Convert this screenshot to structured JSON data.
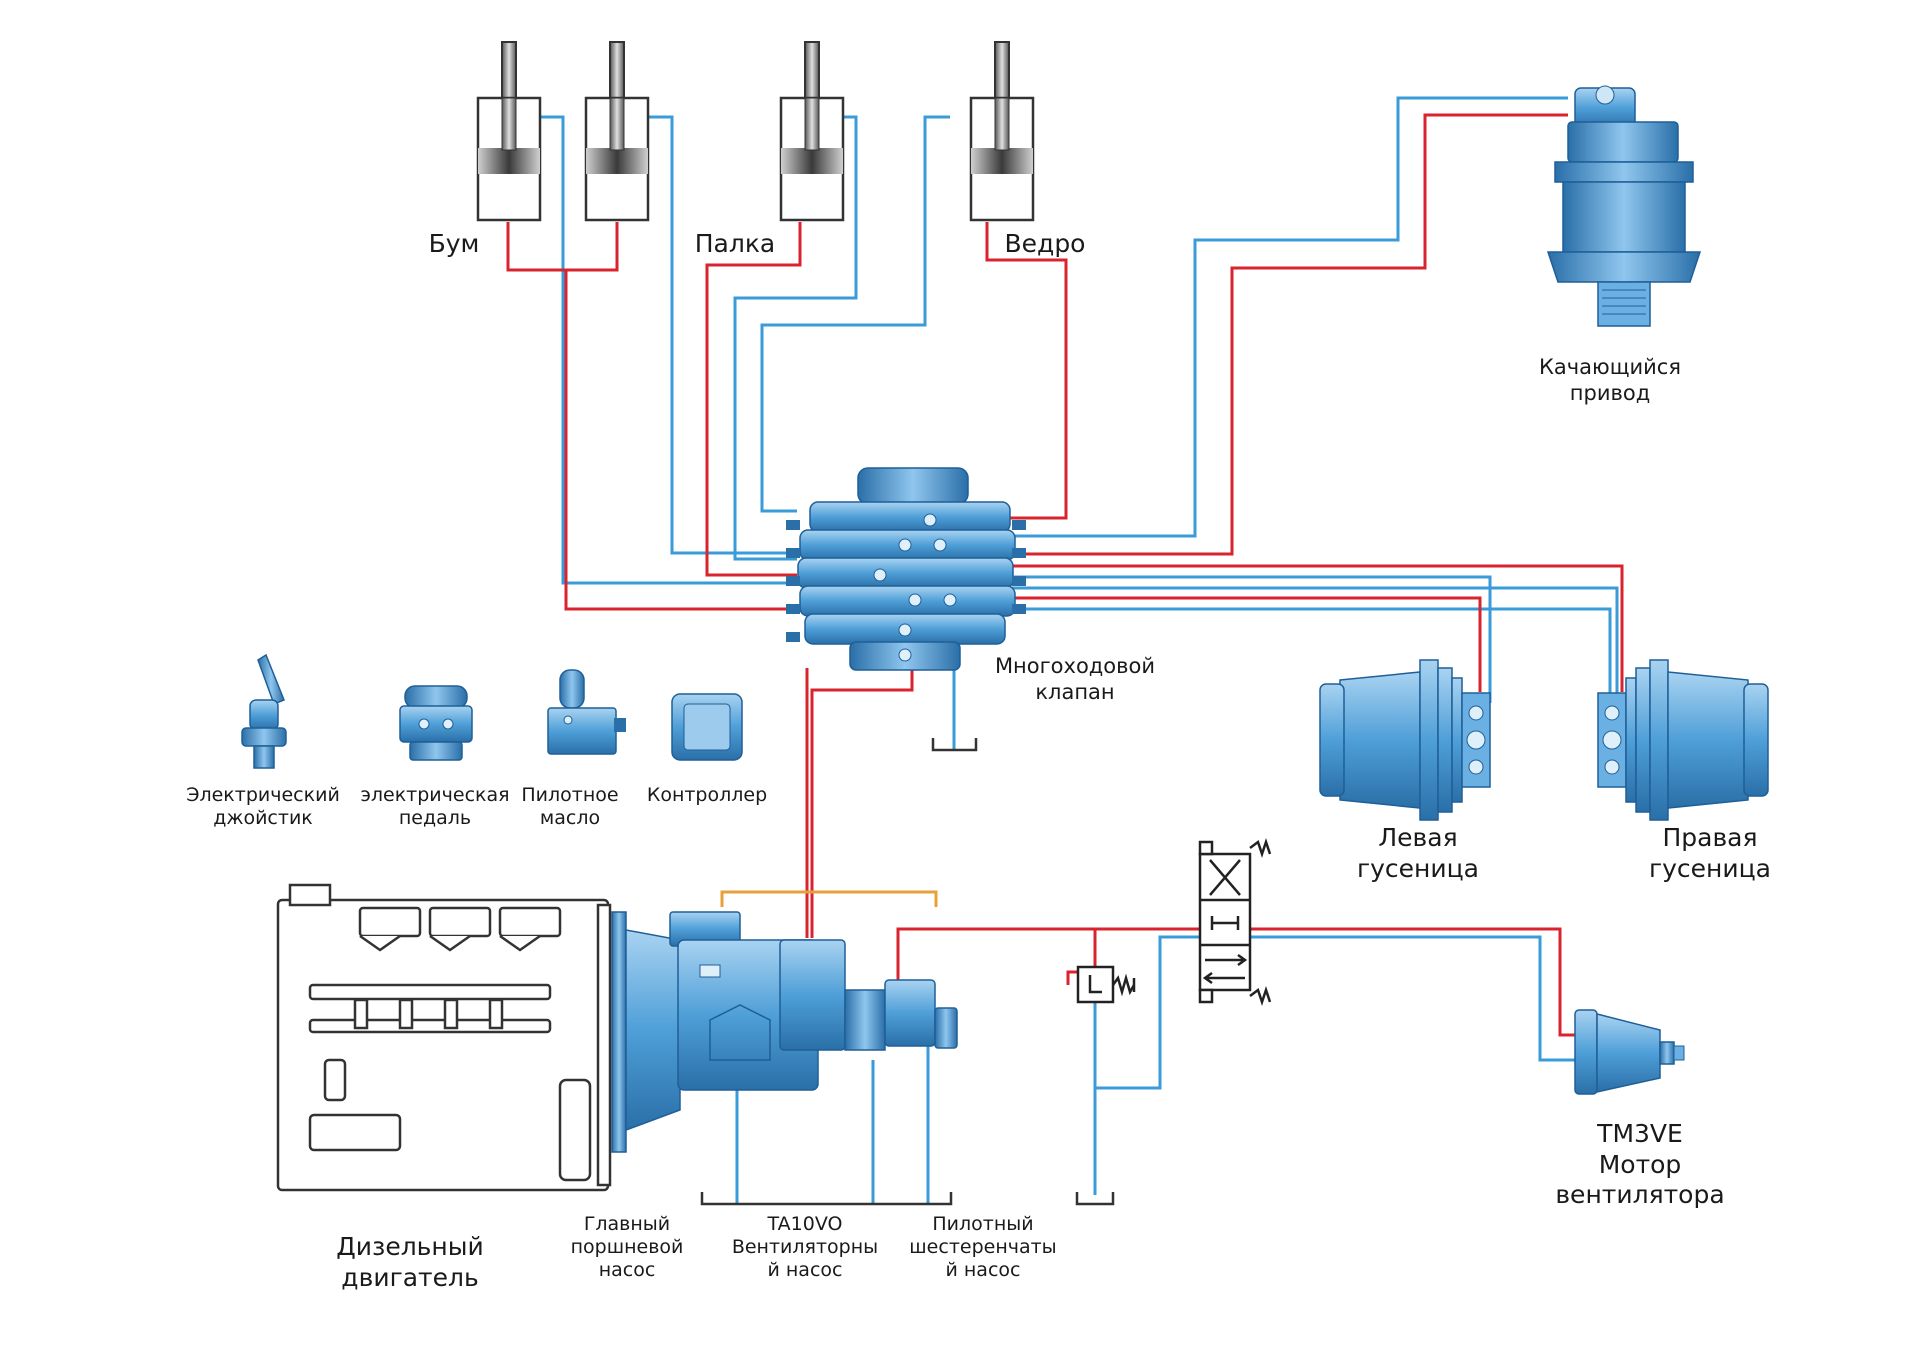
{
  "colors": {
    "pressure_line": "#d9232e",
    "return_line": "#3a9bd9",
    "pilot_line": "#e8a13a",
    "component_blue": "#5fa9dd",
    "component_dark": "#1f5f97",
    "outline": "#333333"
  },
  "labels": {
    "boom": "Бум",
    "stick": "Палка",
    "bucket": "Ведро",
    "swing_drive": "Качающийся привод",
    "multiway_valve": "Многоходовой клапан",
    "left_track": "Левая гусеница",
    "right_track": "Правая гусеница",
    "joystick": "Электрический джойстик",
    "pedal": "электрическая педаль",
    "pilot_oil": "Пилотное масло",
    "controller": "Контроллер",
    "diesel_engine": "Дизельный двигатель",
    "main_pump": "Главный поршневой насос",
    "fan_pump": "TA10VO Вентиляторный насос",
    "pilot_pump": "Пилотный шестеренчатый насос",
    "fan_motor": "TM3VE Мотор вентилятора"
  },
  "icons": {
    "cylinders": "hydraulic-cylinder-icon",
    "swing_drive": "swing-motor-icon",
    "valve": "multiway-valve-icon",
    "track_motor": "track-motor-icon",
    "joystick": "joystick-icon",
    "pedal": "pedal-icon",
    "accumulator": "pilot-oil-unit-icon",
    "controller": "controller-icon",
    "engine": "diesel-engine-icon",
    "pump": "pump-assembly-icon",
    "relief_valve": "relief-valve-icon",
    "directional_valve": "directional-valve-icon",
    "tank": "tank-icon",
    "fan_motor": "fan-motor-icon"
  }
}
